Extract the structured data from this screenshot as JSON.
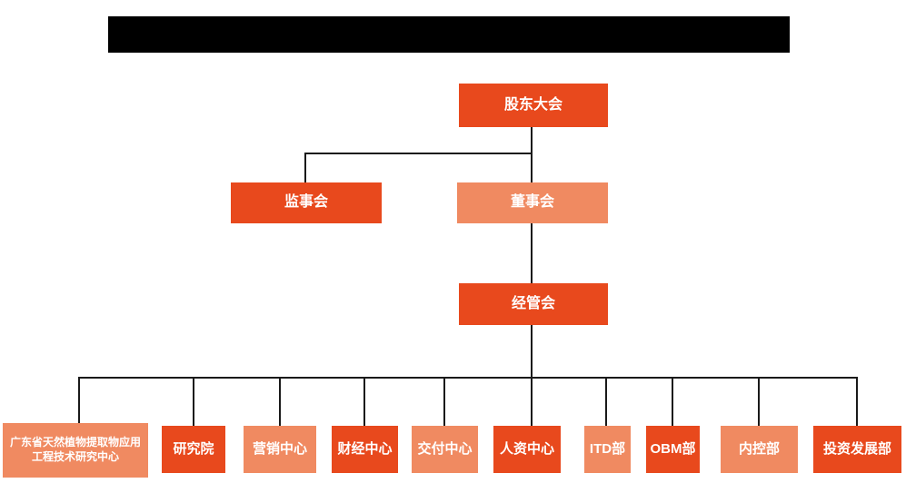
{
  "colors": {
    "primary": "#e8491d",
    "secondary": "#f08a61",
    "connector": "#1a1a1a",
    "redacted_bar": "#000000",
    "node_text": "#ffffff",
    "background": "#ffffff"
  },
  "org_chart": {
    "root": {
      "label": "股东大会",
      "variant": "primary"
    },
    "supervisory": {
      "label": "监事会",
      "variant": "primary"
    },
    "board": {
      "label": "董事会",
      "variant": "secondary"
    },
    "management": {
      "label": "经管会",
      "variant": "primary"
    },
    "departments": [
      {
        "label": "广东省天然植物提取物应用工程技术研究中心",
        "variant": "secondary"
      },
      {
        "label": "研究院",
        "variant": "primary"
      },
      {
        "label": "营销中心",
        "variant": "secondary"
      },
      {
        "label": "财经中心",
        "variant": "primary"
      },
      {
        "label": "交付中心",
        "variant": "secondary"
      },
      {
        "label": "人资中心",
        "variant": "primary"
      },
      {
        "label": "ITD部",
        "variant": "secondary"
      },
      {
        "label": "OBM部",
        "variant": "primary"
      },
      {
        "label": "内控部",
        "variant": "secondary"
      },
      {
        "label": "投资发展部",
        "variant": "primary"
      }
    ]
  }
}
